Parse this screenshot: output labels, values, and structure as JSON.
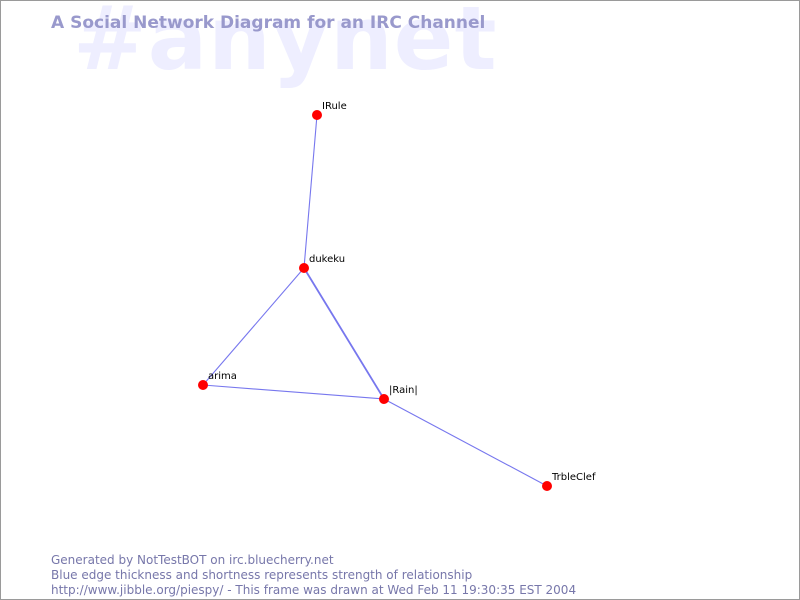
{
  "watermark": "#anynet",
  "title": "A Social Network Diagram for an IRC Channel",
  "footer": {
    "line1": "Generated by NotTestBOT on irc.bluecherry.net",
    "line2": "Blue edge thickness and shortness represents strength of relationship",
    "line3": "http://www.jibble.org/piespy/ - This frame was drawn at Wed Feb 11 19:30:35 EST 2004"
  },
  "colors": {
    "node": "#ff0000",
    "edge": "#7777ee",
    "label": "#000000"
  },
  "graph": {
    "nodes": [
      {
        "id": "IRule",
        "label": "IRule"
      },
      {
        "id": "dukeku",
        "label": "dukeku"
      },
      {
        "id": "arima",
        "label": "arima"
      },
      {
        "id": "Rain",
        "label": "|Rain|"
      },
      {
        "id": "TrbleClef",
        "label": "TrbleClef"
      }
    ],
    "edges": [
      {
        "from": "IRule",
        "to": "dukeku",
        "weight": 1
      },
      {
        "from": "dukeku",
        "to": "arima",
        "weight": 1
      },
      {
        "from": "dukeku",
        "to": "Rain",
        "weight": 2
      },
      {
        "from": "arima",
        "to": "Rain",
        "weight": 1
      },
      {
        "from": "Rain",
        "to": "TrbleClef",
        "weight": 1
      }
    ]
  }
}
